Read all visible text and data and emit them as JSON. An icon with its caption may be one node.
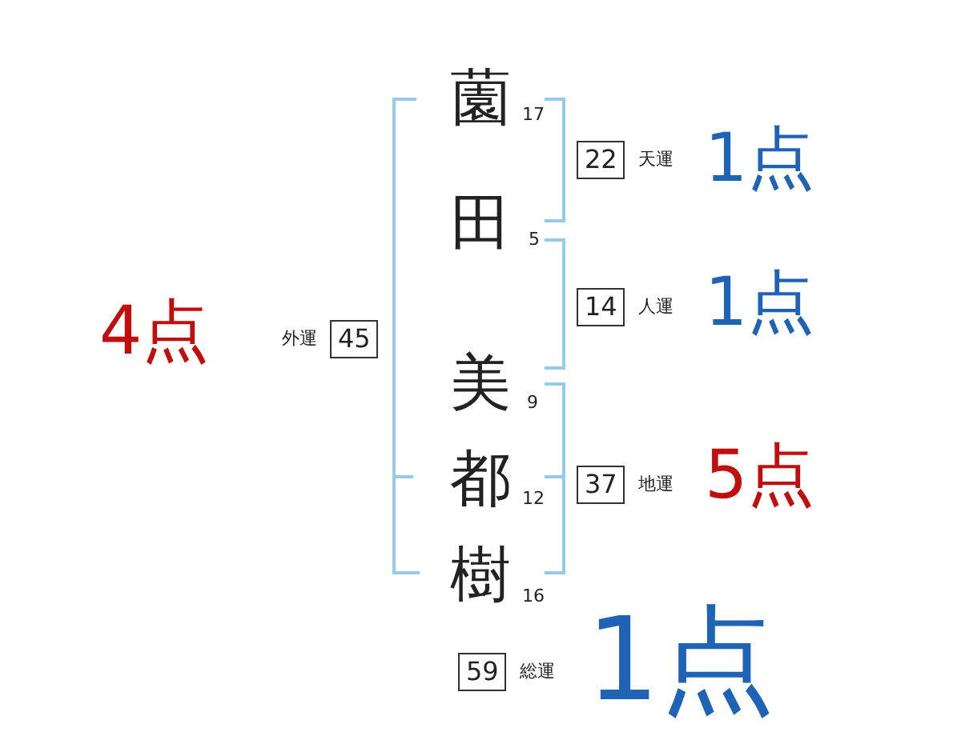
{
  "diagram": {
    "nodes": [
      {
        "text": [
          "22"
        ],
        "beside": [
          "天運"
        ]
      },
      {
        "text": [
          "14"
        ],
        "beside": [
          "人運"
        ]
      },
      {
        "text": [
          "45"
        ],
        "beside": [
          "外運"
        ]
      },
      {
        "text": [
          "37"
        ],
        "beside": [
          "地運"
        ]
      },
      {
        "text": [
          "59"
        ],
        "beside": [
          "総運"
        ]
      }
    ],
    "labels": [
      "薗",
      "17",
      "1点",
      "田",
      "5",
      "1点",
      "4点",
      "美",
      "9",
      "都",
      "12",
      "5点",
      "樹",
      "16",
      "1点"
    ]
  }
}
